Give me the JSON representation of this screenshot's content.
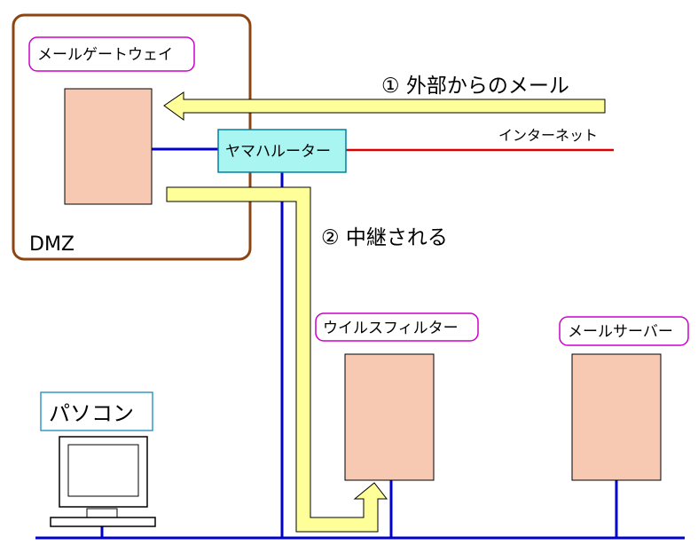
{
  "labels": {
    "mail_gateway": "メールゲートウェイ",
    "yamaha_router": "ヤマハルーター",
    "internet": "インターネット",
    "dmz": "DMZ",
    "step1": "① 外部からのメール",
    "step2": "② 中継される",
    "virus_filter": "ウイルスフィルター",
    "mail_server": "メールサーバー",
    "pc": "パソコン"
  },
  "colors": {
    "dmz_border": "#8B4513",
    "device_fill": "#F7C9B3",
    "label_border": "#CC00CC",
    "router_fill": "#A9F5F2",
    "router_border": "#0080A0",
    "lan_line": "#0000CC",
    "internet_line": "#DD0000",
    "arrow_fill": "#FFFF99",
    "arrow_border": "#000000",
    "pc_label_border": "#3399CC"
  }
}
